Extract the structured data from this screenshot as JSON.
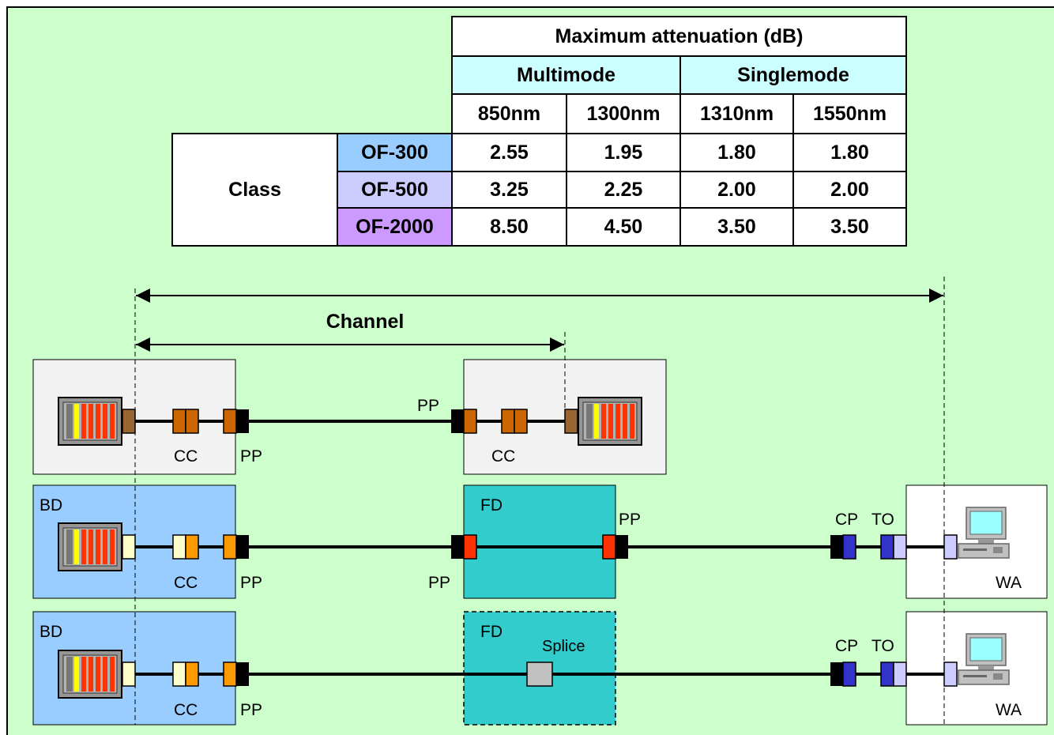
{
  "table": {
    "title": "Maximum attenuation (dB)",
    "groups": [
      "Multimode",
      "Singlemode"
    ],
    "wavelengths": [
      "850nm",
      "1300nm",
      "1310nm",
      "1550nm"
    ],
    "row_header": "Class",
    "rows": [
      {
        "label": "OF-300",
        "color": "#99ccff",
        "values": [
          "2.55",
          "1.95",
          "1.80",
          "1.80"
        ]
      },
      {
        "label": "OF-500",
        "color": "#ccccff",
        "values": [
          "3.25",
          "2.25",
          "2.00",
          "2.00"
        ]
      },
      {
        "label": "OF-2000",
        "color": "#cc99ff",
        "values": [
          "8.50",
          "4.50",
          "3.50",
          "3.50"
        ]
      }
    ]
  },
  "diagram": {
    "channel_label": "Channel",
    "labels": {
      "cc": "CC",
      "pp": "PP",
      "bd": "BD",
      "fd": "FD",
      "cp": "CP",
      "to": "TO",
      "wa": "WA",
      "splice": "Splice"
    }
  },
  "colors": {
    "background": "#ccffcc",
    "bd_box": "#99ccff",
    "fd_box": "#33cccc",
    "wa_box": "#ffffff",
    "top_box": "#f2f2f2"
  }
}
